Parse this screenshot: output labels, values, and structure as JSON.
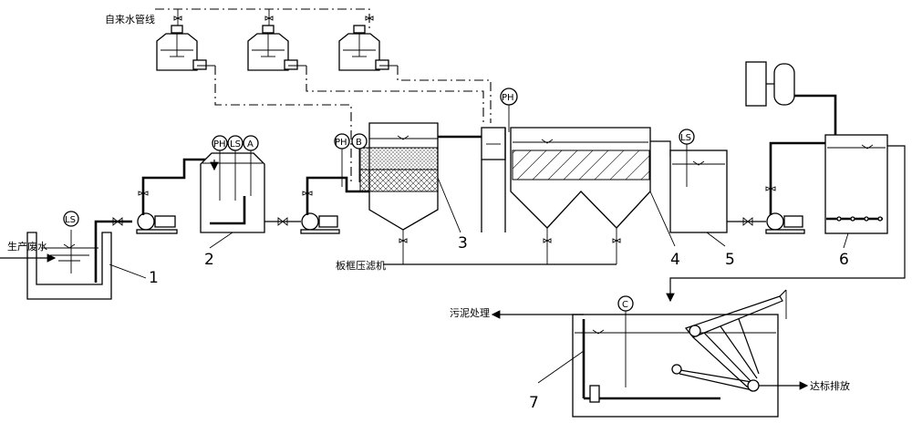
{
  "labels": {
    "tap_water": "自来水管线",
    "production_wastewater": "生产废水",
    "filter_press": "板框压滤机",
    "sludge_treatment": "污泥处理",
    "compliant_discharge": "达标排放"
  },
  "units": [
    "1",
    "2",
    "3",
    "4",
    "5",
    "6",
    "7"
  ],
  "instruments": {
    "ls": "LS",
    "ph": "PH",
    "a": "A",
    "b": "B",
    "c": "C"
  }
}
